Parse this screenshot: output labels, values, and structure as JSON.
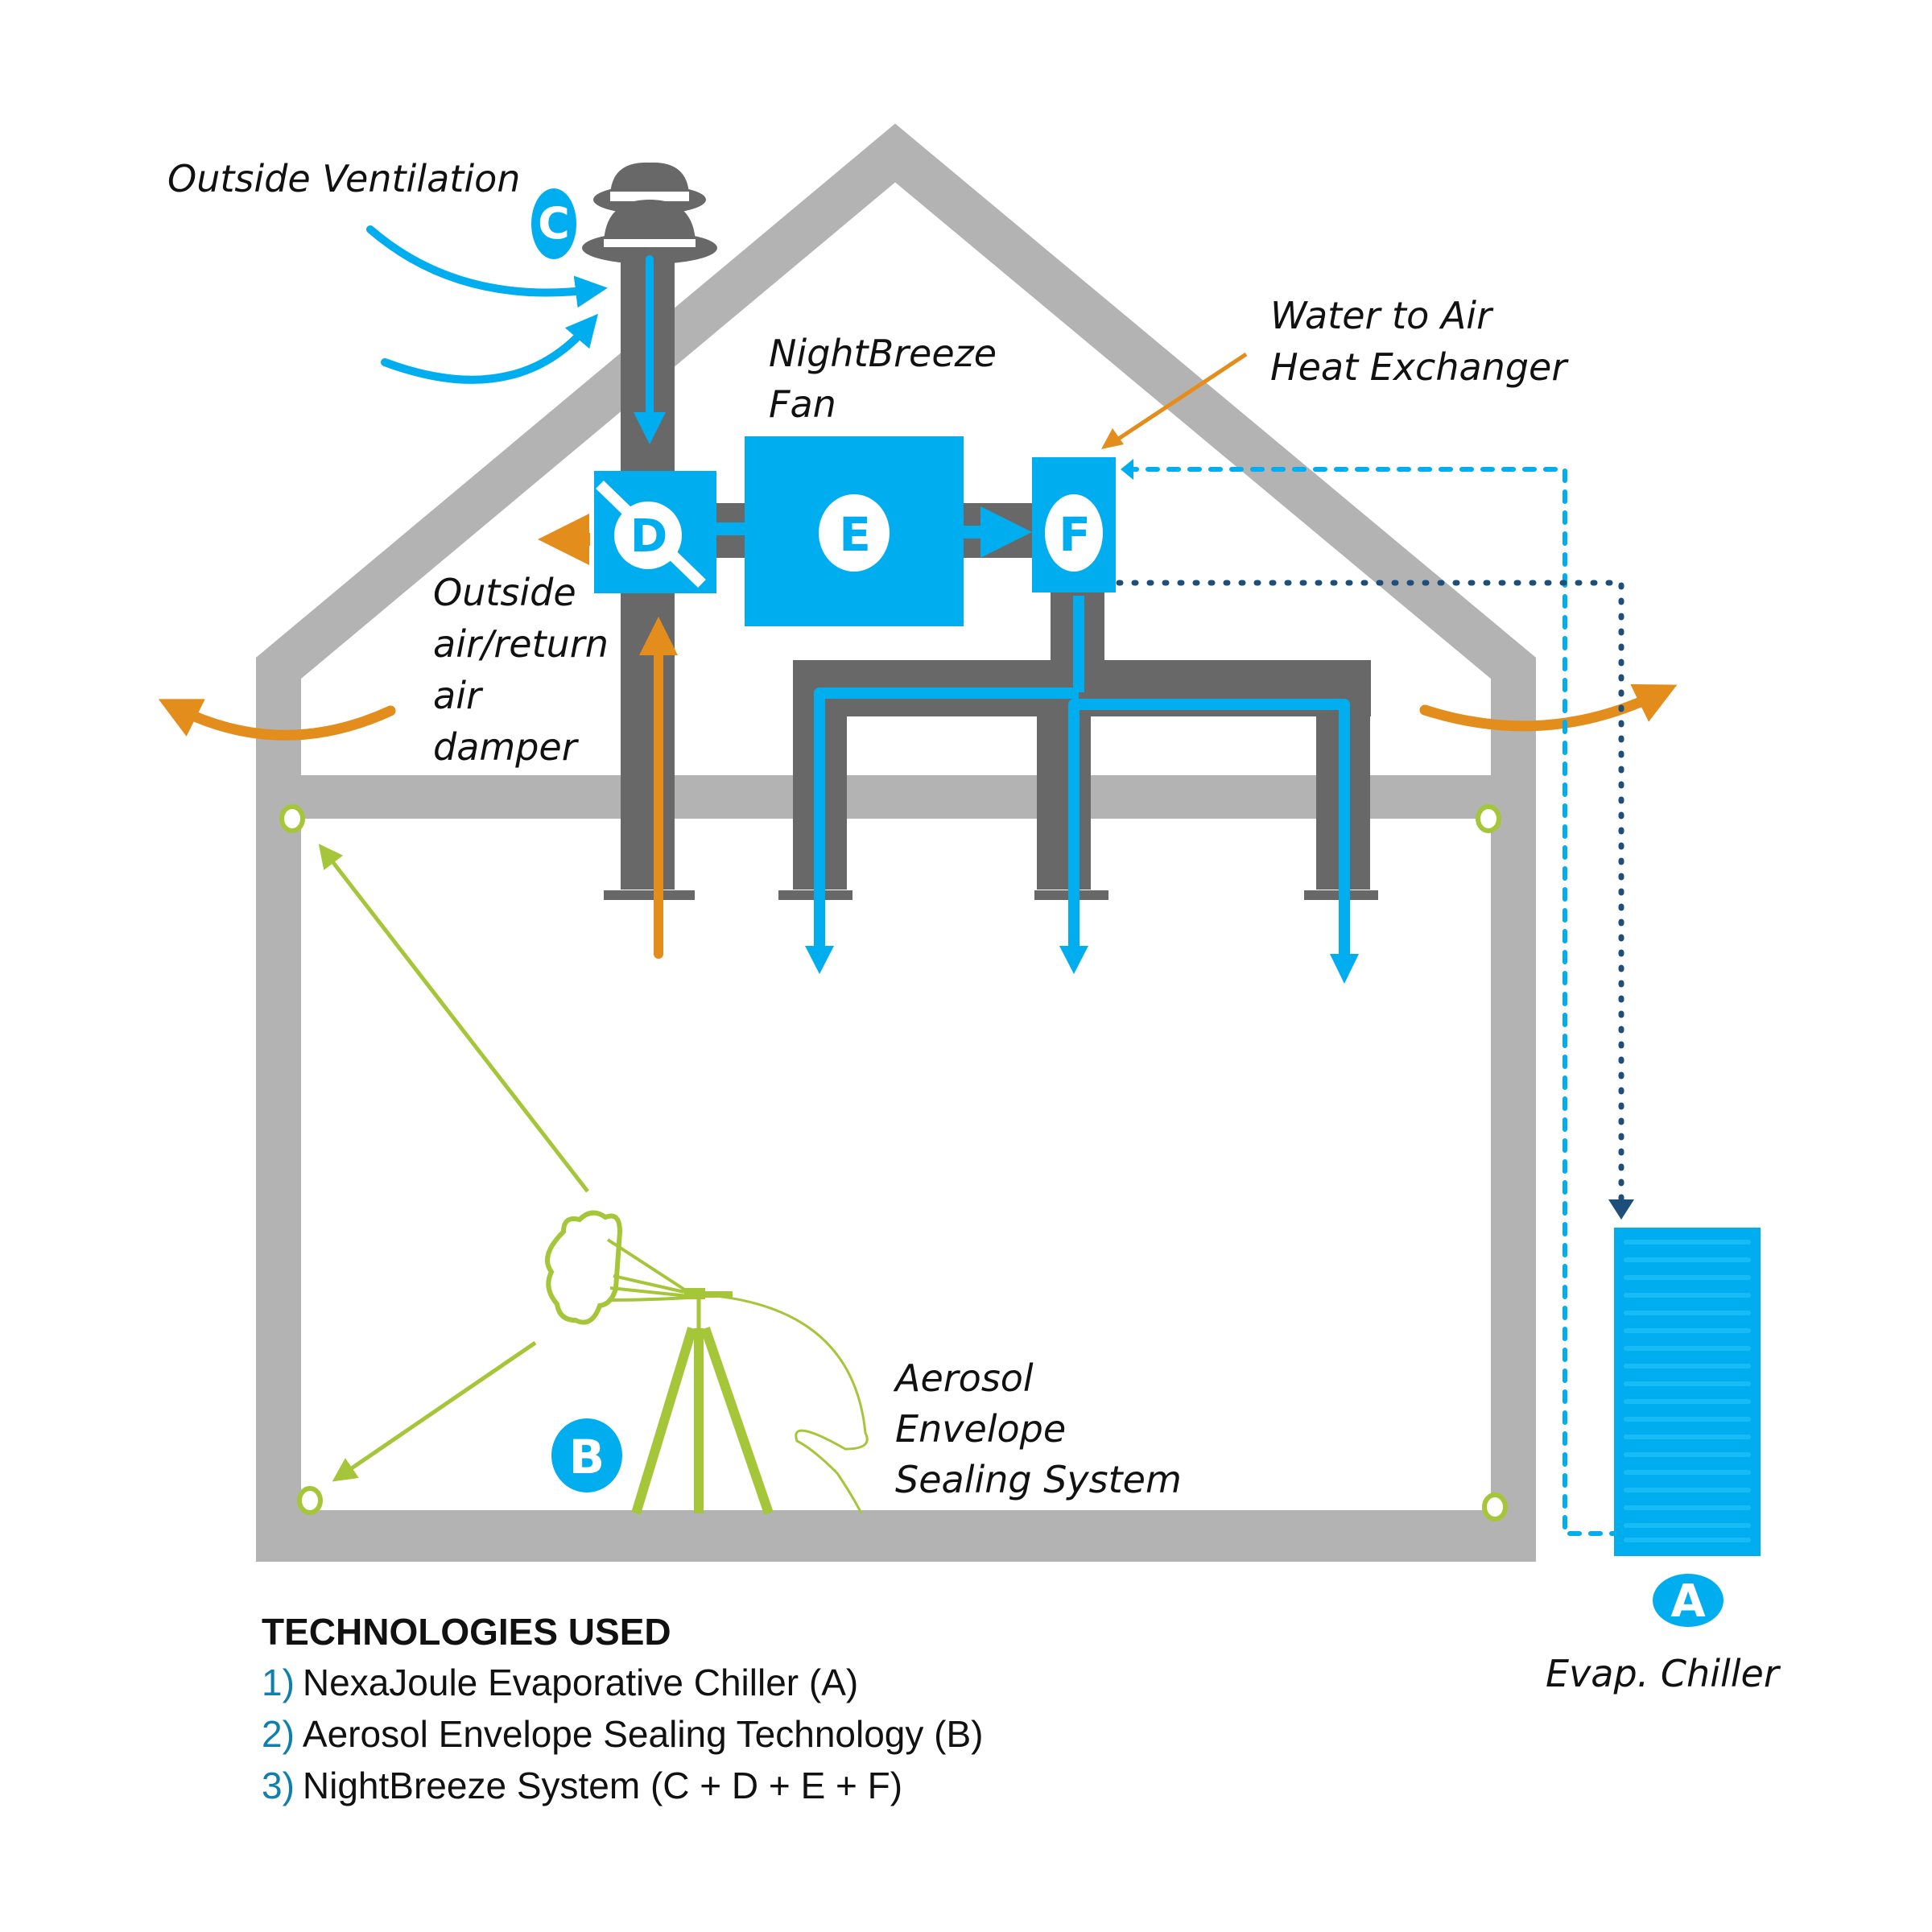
{
  "colors": {
    "house": "#b3b3b3",
    "duct": "#686868",
    "blue": "#00aeef",
    "orange": "#e38d1d",
    "green": "#a6c63a",
    "navy": "#1d4f7a",
    "legend_number": "#0f7fae"
  },
  "labels": {
    "outside_ventilation": "Outside Ventilation",
    "nightbreeze_fan": [
      "NightBreeze",
      "Fan"
    ],
    "heat_exchanger": [
      "Water to Air",
      "Heat Exchanger"
    ],
    "damper": [
      "Outside",
      "air/return",
      "air",
      "damper"
    ],
    "aerosol": [
      "Aerosol",
      "Envelope",
      "Sealing System"
    ],
    "evap_chiller": "Evap. Chiller"
  },
  "badges": {
    "A": "A",
    "B": "B",
    "C": "C",
    "D": "D",
    "E": "E",
    "F": "F"
  },
  "legend": {
    "title": "TECHNOLOGIES USED",
    "items": [
      {
        "number": "1)",
        "text": "NexaJoule Evaporative Chiller (A)"
      },
      {
        "number": "2)",
        "text": "Aerosol Envelope Sealing Technology (B)"
      },
      {
        "number": "3)",
        "text": "NightBreeze System (C + D + E + F)"
      }
    ]
  },
  "icons": {
    "vent_cap": "roof-vent-cap-icon",
    "damper": "damper-icon",
    "fan": "fan-unit-icon",
    "heat_exchanger": "heat-exchanger-icon",
    "chiller": "evaporative-chiller-icon",
    "aerosol_sprayer": "aerosol-sprayer-tripod-icon",
    "leak_points": "leak-point-icon"
  }
}
